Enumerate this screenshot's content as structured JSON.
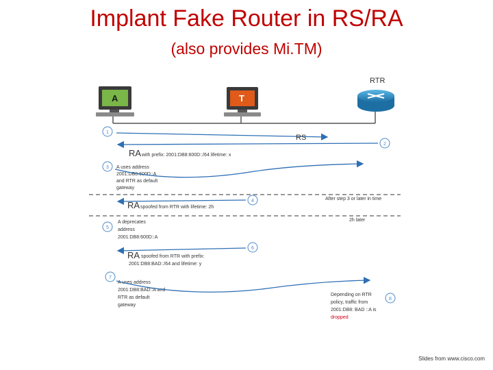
{
  "slide": {
    "title": "Implant Fake Router in RS/RA",
    "subtitle": "(also provides Mi.TM)",
    "credit": "Slides from www.cisco.com"
  },
  "nodes": {
    "a": "A",
    "t": "T",
    "rtr": "RTR"
  },
  "steps": {
    "s1": "1",
    "s2": "2",
    "s3": "3",
    "s4": "4",
    "s5": "5",
    "s6": "6",
    "s7": "7",
    "s8": "8"
  },
  "messages": {
    "rs": "RS",
    "ra1_big": "RA",
    "ra1_text": "with prefix: 2001:DB8:600D::/64 lifetime: x",
    "ra2_big": "RA",
    "ra2_text": "spoofed from RTR with lifetime: 2h",
    "ra3_big": "RA",
    "ra3_line1": "spoofed from RTR with prefix:",
    "ra3_line2": "2001:DB8:BAD::/64 and lifetime: y"
  },
  "notes": {
    "step3": [
      "A uses address",
      "2001:DB8:600D::A",
      "and RTR as default",
      "gateway"
    ],
    "after_step3": "After step 3 or later in time",
    "later_2h": "2h later",
    "step5": [
      "A deprecates",
      "address",
      "2001:DB8:600D::A"
    ],
    "step7": [
      "A uses address",
      "2001:DB8:BAD::A and",
      "RTR as default",
      "gateway"
    ],
    "step8": [
      "Depending on RTR",
      "policy, traffic from",
      "2001:DB8: BAD ::A is"
    ],
    "step8_dropped": "dropped"
  },
  "colors": {
    "title": "#c00000",
    "arrow": "#2e6fb5",
    "circle": "#4f8ac9",
    "text": "#333333",
    "dropped": "#d0021b",
    "router": "#2b8fc7"
  }
}
